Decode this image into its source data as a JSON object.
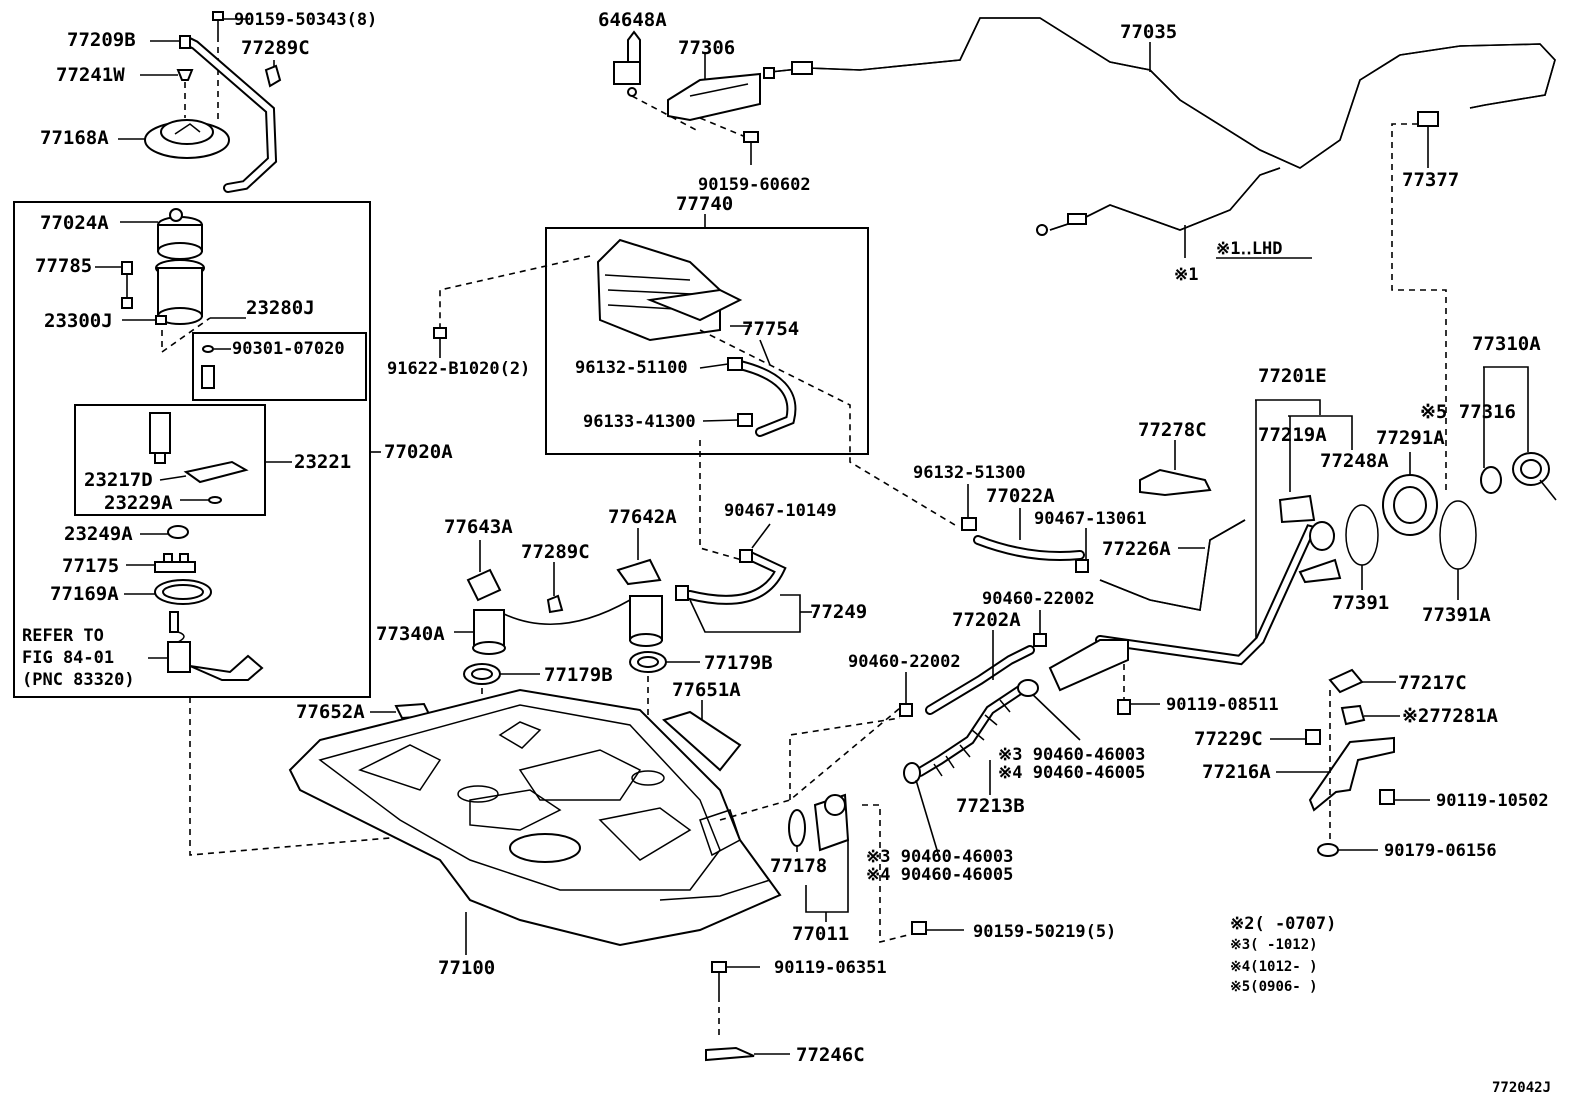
{
  "diagram": {
    "figure_id": "772042J",
    "labels": {
      "p90159_50343": "90159-50343(8)",
      "p77209B": "77209B",
      "p77289C_top": "77289C",
      "p77241W": "77241W",
      "p77168A": "77168A",
      "p64648A": "64648A",
      "p77306": "77306",
      "p90159_60602": "90159-60602",
      "p77035": "77035",
      "p77377": "77377",
      "p77740": "77740",
      "p77024A": "77024A",
      "p77785": "77785",
      "p23300J": "23300J",
      "p23280J": "23280J",
      "p90301_07020": "90301-07020",
      "p23221": "23221",
      "p23217D": "23217D",
      "p23229A": "23229A",
      "p77020A": "77020A",
      "p23249A": "23249A",
      "p77175": "77175",
      "p77169A": "77169A",
      "refer1": "REFER TO",
      "refer2": "FIG 84-01",
      "refer3": "(PNC 83320)",
      "p91622_B1020": "91622-B1020(2)",
      "p77754": "77754",
      "p96132_51100": "96132-51100",
      "p96133_41300": "96133-41300",
      "lhd_note": "※1‥LHD",
      "ref1": "※1",
      "p77310A": "77310A",
      "p77316": "※5 77316",
      "p77201E": "77201E",
      "p77219A": "77219A",
      "p77278C": "77278C",
      "p77291A": "77291A",
      "p77248A": "77248A",
      "p96132_51300": "96132-51300",
      "p77022A": "77022A",
      "p90467_13061": "90467-13061",
      "p77226A": "77226A",
      "p77391": "77391",
      "p77391A": "77391A",
      "p90467_10149": "90467-10149",
      "p77643A": "77643A",
      "p77642A": "77642A",
      "p77289C_mid": "77289C",
      "p77249": "77249",
      "p77340A": "77340A",
      "p77179B_l": "77179B",
      "p77179B_r": "77179B",
      "p77651A": "77651A",
      "p77652A": "77652A",
      "p90460_22002_a": "90460-22002",
      "p77202A": "77202A",
      "p90460_22002_b": "90460-22002",
      "p90119_08511": "90119-08511",
      "p77217C": "77217C",
      "p277281A": "※277281A",
      "p90460_46003_a": "※3 90460-46003",
      "p90460_46005_a": "※4 90460-46005",
      "p77213B": "77213B",
      "p77229C": "77229C",
      "p77216A": "77216A",
      "p90119_10502": "90119-10502",
      "p90179_06156": "90179-06156",
      "p77178": "77178",
      "p90460_46003_b": "※3 90460-46003",
      "p90460_46005_b": "※4 90460-46005",
      "p77011": "77011",
      "p90159_50219": "90159-50219(5)",
      "p77100": "77100",
      "p90119_06351": "90119-06351",
      "p77246C": "77246C",
      "note2": "※2(      -0707)",
      "note3": "※3(   -1012)",
      "note4": "※4(1012-   )",
      "note5": "※5(0906-   )"
    }
  }
}
